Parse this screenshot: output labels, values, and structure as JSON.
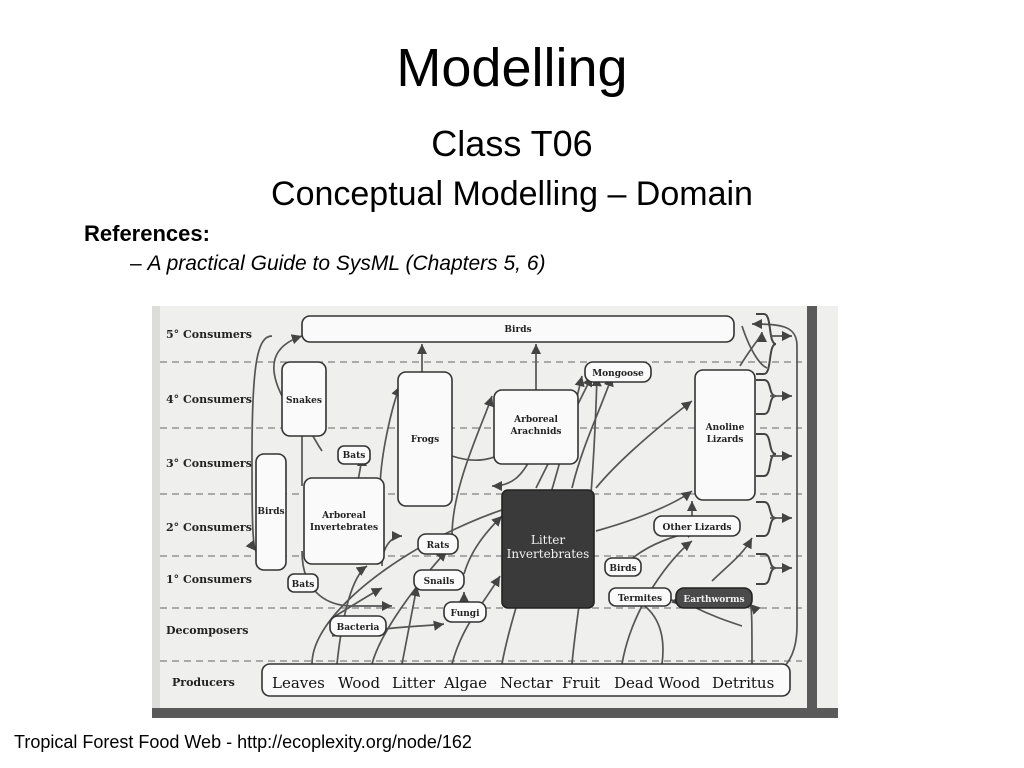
{
  "slide": {
    "title": "Modelling",
    "subtitle_line1": "Class T06",
    "subtitle_line2": "Conceptual Modelling – Domain",
    "references_heading": "References:",
    "reference_dash": "– ",
    "reference_1": "A practical Guide to SysML (Chapters 5, 6)",
    "caption": "Tropical Forest Food Web - http://ecoplexity.org/node/162"
  },
  "diagram": {
    "trophic_levels": [
      "5° Consumers",
      "4° Consumers",
      "3° Consumers",
      "2° Consumers",
      "1° Consumers",
      "Decomposers",
      "Producers"
    ],
    "nodes": {
      "birds_top": "Birds",
      "mongoose": "Mongoose",
      "snakes": "Snakes",
      "frogs": "Frogs",
      "arboreal_arachnids_1": "Arboreal",
      "arboreal_arachnids_2": "Arachnids",
      "anoline_lizards_1": "Anoline",
      "anoline_lizards_2": "Lizards",
      "bats_upper": "Bats",
      "birds_left": "Birds",
      "arboreal_invertebrates_1": "Arboreal",
      "arboreal_invertebrates_2": "Invertebrates",
      "litter_invertebrates_1": "Litter",
      "litter_invertebrates_2": "Invertebrates",
      "other_lizards": "Other Lizards",
      "rats": "Rats",
      "snails": "Snails",
      "birds_small": "Birds",
      "bats_lower": "Bats",
      "termites": "Termites",
      "earthworms": "Earthworms",
      "fungi": "Fungi",
      "bacteria": "Bacteria"
    },
    "producers": [
      "Leaves",
      "Wood",
      "Litter",
      "Algae",
      "Nectar",
      "Fruit",
      "Dead Wood",
      "Detritus"
    ]
  }
}
